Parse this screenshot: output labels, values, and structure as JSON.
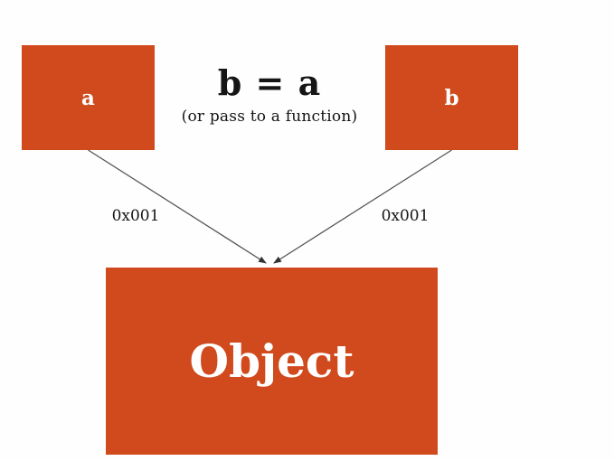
{
  "diagram": {
    "background_color": "#FFFEFE",
    "box_color": "#D04A1D",
    "line_color": "#555555",
    "text_color": "#151515",
    "var_a": {
      "label": "a"
    },
    "var_b": {
      "label": "b"
    },
    "assignment": {
      "expression": "b = a",
      "note": "(or pass to a function)"
    },
    "arrow_a": {
      "address_label": "0x001"
    },
    "arrow_b": {
      "address_label": "0x001"
    },
    "object": {
      "label": "Object"
    }
  }
}
